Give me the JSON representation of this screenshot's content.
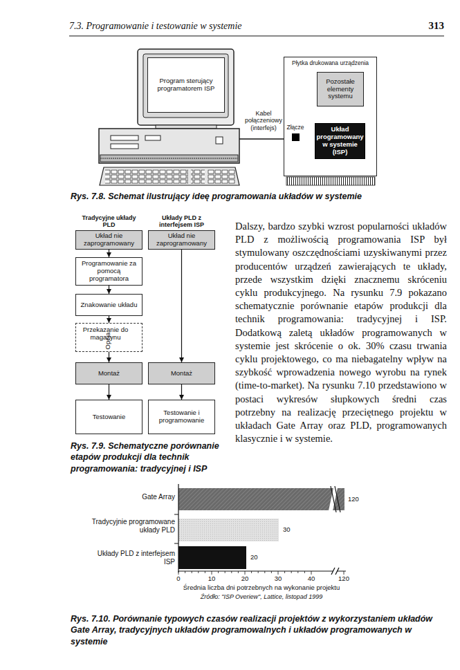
{
  "diagram": {
    "nodes": [
      {
        "text": [
          "Program sterujący programatorem ISP"
        ]
      },
      {
        "text": [
          "Płytka drukowana urządzenia"
        ]
      },
      {
        "text": [
          "Pozostałe elementy systemu"
        ],
        "in": 1
      },
      {
        "text": [
          "Układ programowany w systemie (ISP)"
        ],
        "in": 1
      },
      {
        "text": [
          "Złącze"
        ],
        "in": 1
      },
      {
        "text": [
          "Tradycyjne układy PLD",
          "Układ nie zaprogramowany"
        ]
      },
      {
        "text": [
          "Programowanie za pomocą programatora"
        ]
      },
      {
        "text": [
          "Znakowanie układu"
        ]
      },
      {
        "text": [
          "Przekazanie do magazynu",
          "Opcja"
        ]
      },
      {
        "text": [
          "Montaż"
        ]
      },
      {
        "text": [
          "Testowanie"
        ]
      },
      {
        "text": [
          "Układy PLD z interfejsem ISP",
          "Układ nie zaprogramowany"
        ]
      },
      {
        "text": [
          "Montaż"
        ]
      },
      {
        "text": [
          "Testowanie i programowanie"
        ]
      }
    ],
    "edges": [
      {
        "from": 2,
        "to": 3,
        "arrow": "both"
      },
      {
        "from": 4,
        "to": 3,
        "arrow": "none"
      },
      {
        "from": 5,
        "to": 6,
        "arrow": "to"
      },
      {
        "from": 6,
        "to": 7,
        "arrow": "to"
      },
      {
        "from": 7,
        "to": 8,
        "arrow": "to"
      },
      {
        "from": 8,
        "to": 9,
        "arrow": "to"
      },
      {
        "from": 9,
        "to": 10,
        "arrow": "to"
      },
      {
        "from": 11,
        "to": 12,
        "arrow": "to"
      },
      {
        "from": 12,
        "to": 13,
        "arrow": "to"
      }
    ],
    "labels": [
      "7.3. Programowanie i testowanie w systemie",
      "313",
      "Kabel połączeniowy (interfejs)",
      "Rys. 7.8. Schemat ilustrujący ideę programowania układów w systemie",
      "Rys. 7.9. Schematyczne porównanie etapów produkcji dla technik programowania: tradycyjnej i ISP",
      "Dalszy, bardzo szybki wzrost popularności układów PLD z możliwością programowania ISP był stymulowany oszczędnościami uzyskiwanymi przez producentów urządzeń zawierających te układy, przede wszystkim dzięki znacznemu skróceniu cyklu produkcyjnego. Na rysunku 7.9 pokazano schematycznie porównanie etapów produkcji dla technik programowania: tradycyjnej i ISP. Dodatkową zaletą układów programowanych w systemie jest skrócenie o ok. 30% czasu trwania cyklu projektowego, co ma niebagatelny wpływ na szybkość wprowadzenia nowego wyrobu na rynek (time-to-market). Na rysunku 7.10 przedstawiono w postaci wykresów słupkowych średni czas potrzebny na realizację przeciętnego projektu w układach Gate Array oraz PLD, programowanych klasycznie i w systemie.",
      "Gate Array",
      "Tradycyjnie programowane układy PLD",
      "Układy PLD z interfejsem ISP",
      "120",
      "30",
      "20",
      "0",
      "10",
      "20",
      "30",
      "40",
      "120",
      "Średnia liczba dni potrzebnych na wykonanie projektu",
      "Źródło: \"ISP Overiew\", Lattice, listopad 1999",
      "Rys. 7.10. Porównanie typowych czasów realizacji projektów z wykorzystaniem układów Gate Array, tradycyjnych układów programowalnych i układów programowanych w systemie"
    ]
  }
}
